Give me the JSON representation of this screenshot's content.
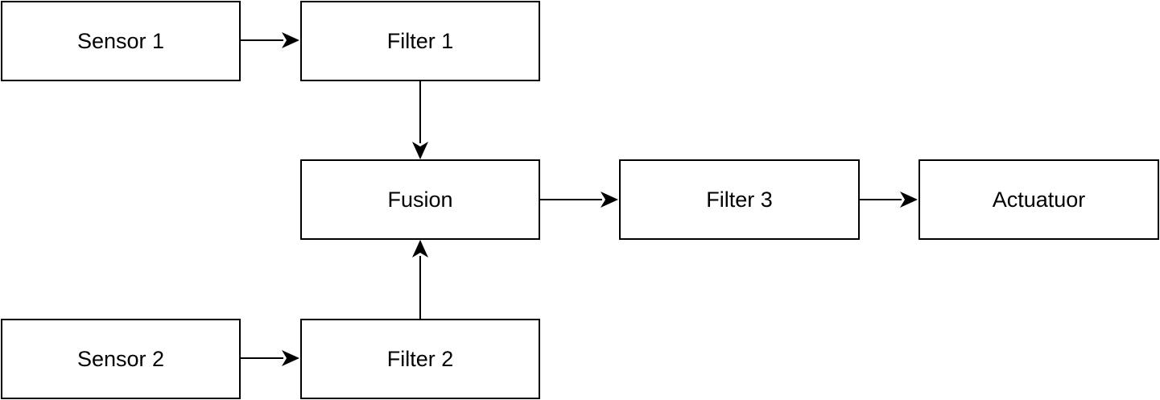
{
  "nodes": {
    "sensor1": "Sensor 1",
    "filter1": "Filter 1",
    "fusion": "Fusion",
    "filter3": "Filter 3",
    "actuator": "Actuatuor",
    "sensor2": "Sensor 2",
    "filter2": "Filter 2"
  },
  "edges": [
    {
      "from": "Sensor 1",
      "to": "Filter 1"
    },
    {
      "from": "Filter 1",
      "to": "Fusion"
    },
    {
      "from": "Sensor 2",
      "to": "Filter 2"
    },
    {
      "from": "Filter 2",
      "to": "Fusion"
    },
    {
      "from": "Fusion",
      "to": "Filter 3"
    },
    {
      "from": "Filter 3",
      "to": "Actuatuor"
    }
  ],
  "colors": {
    "stroke": "#000000",
    "fill": "#ffffff"
  }
}
